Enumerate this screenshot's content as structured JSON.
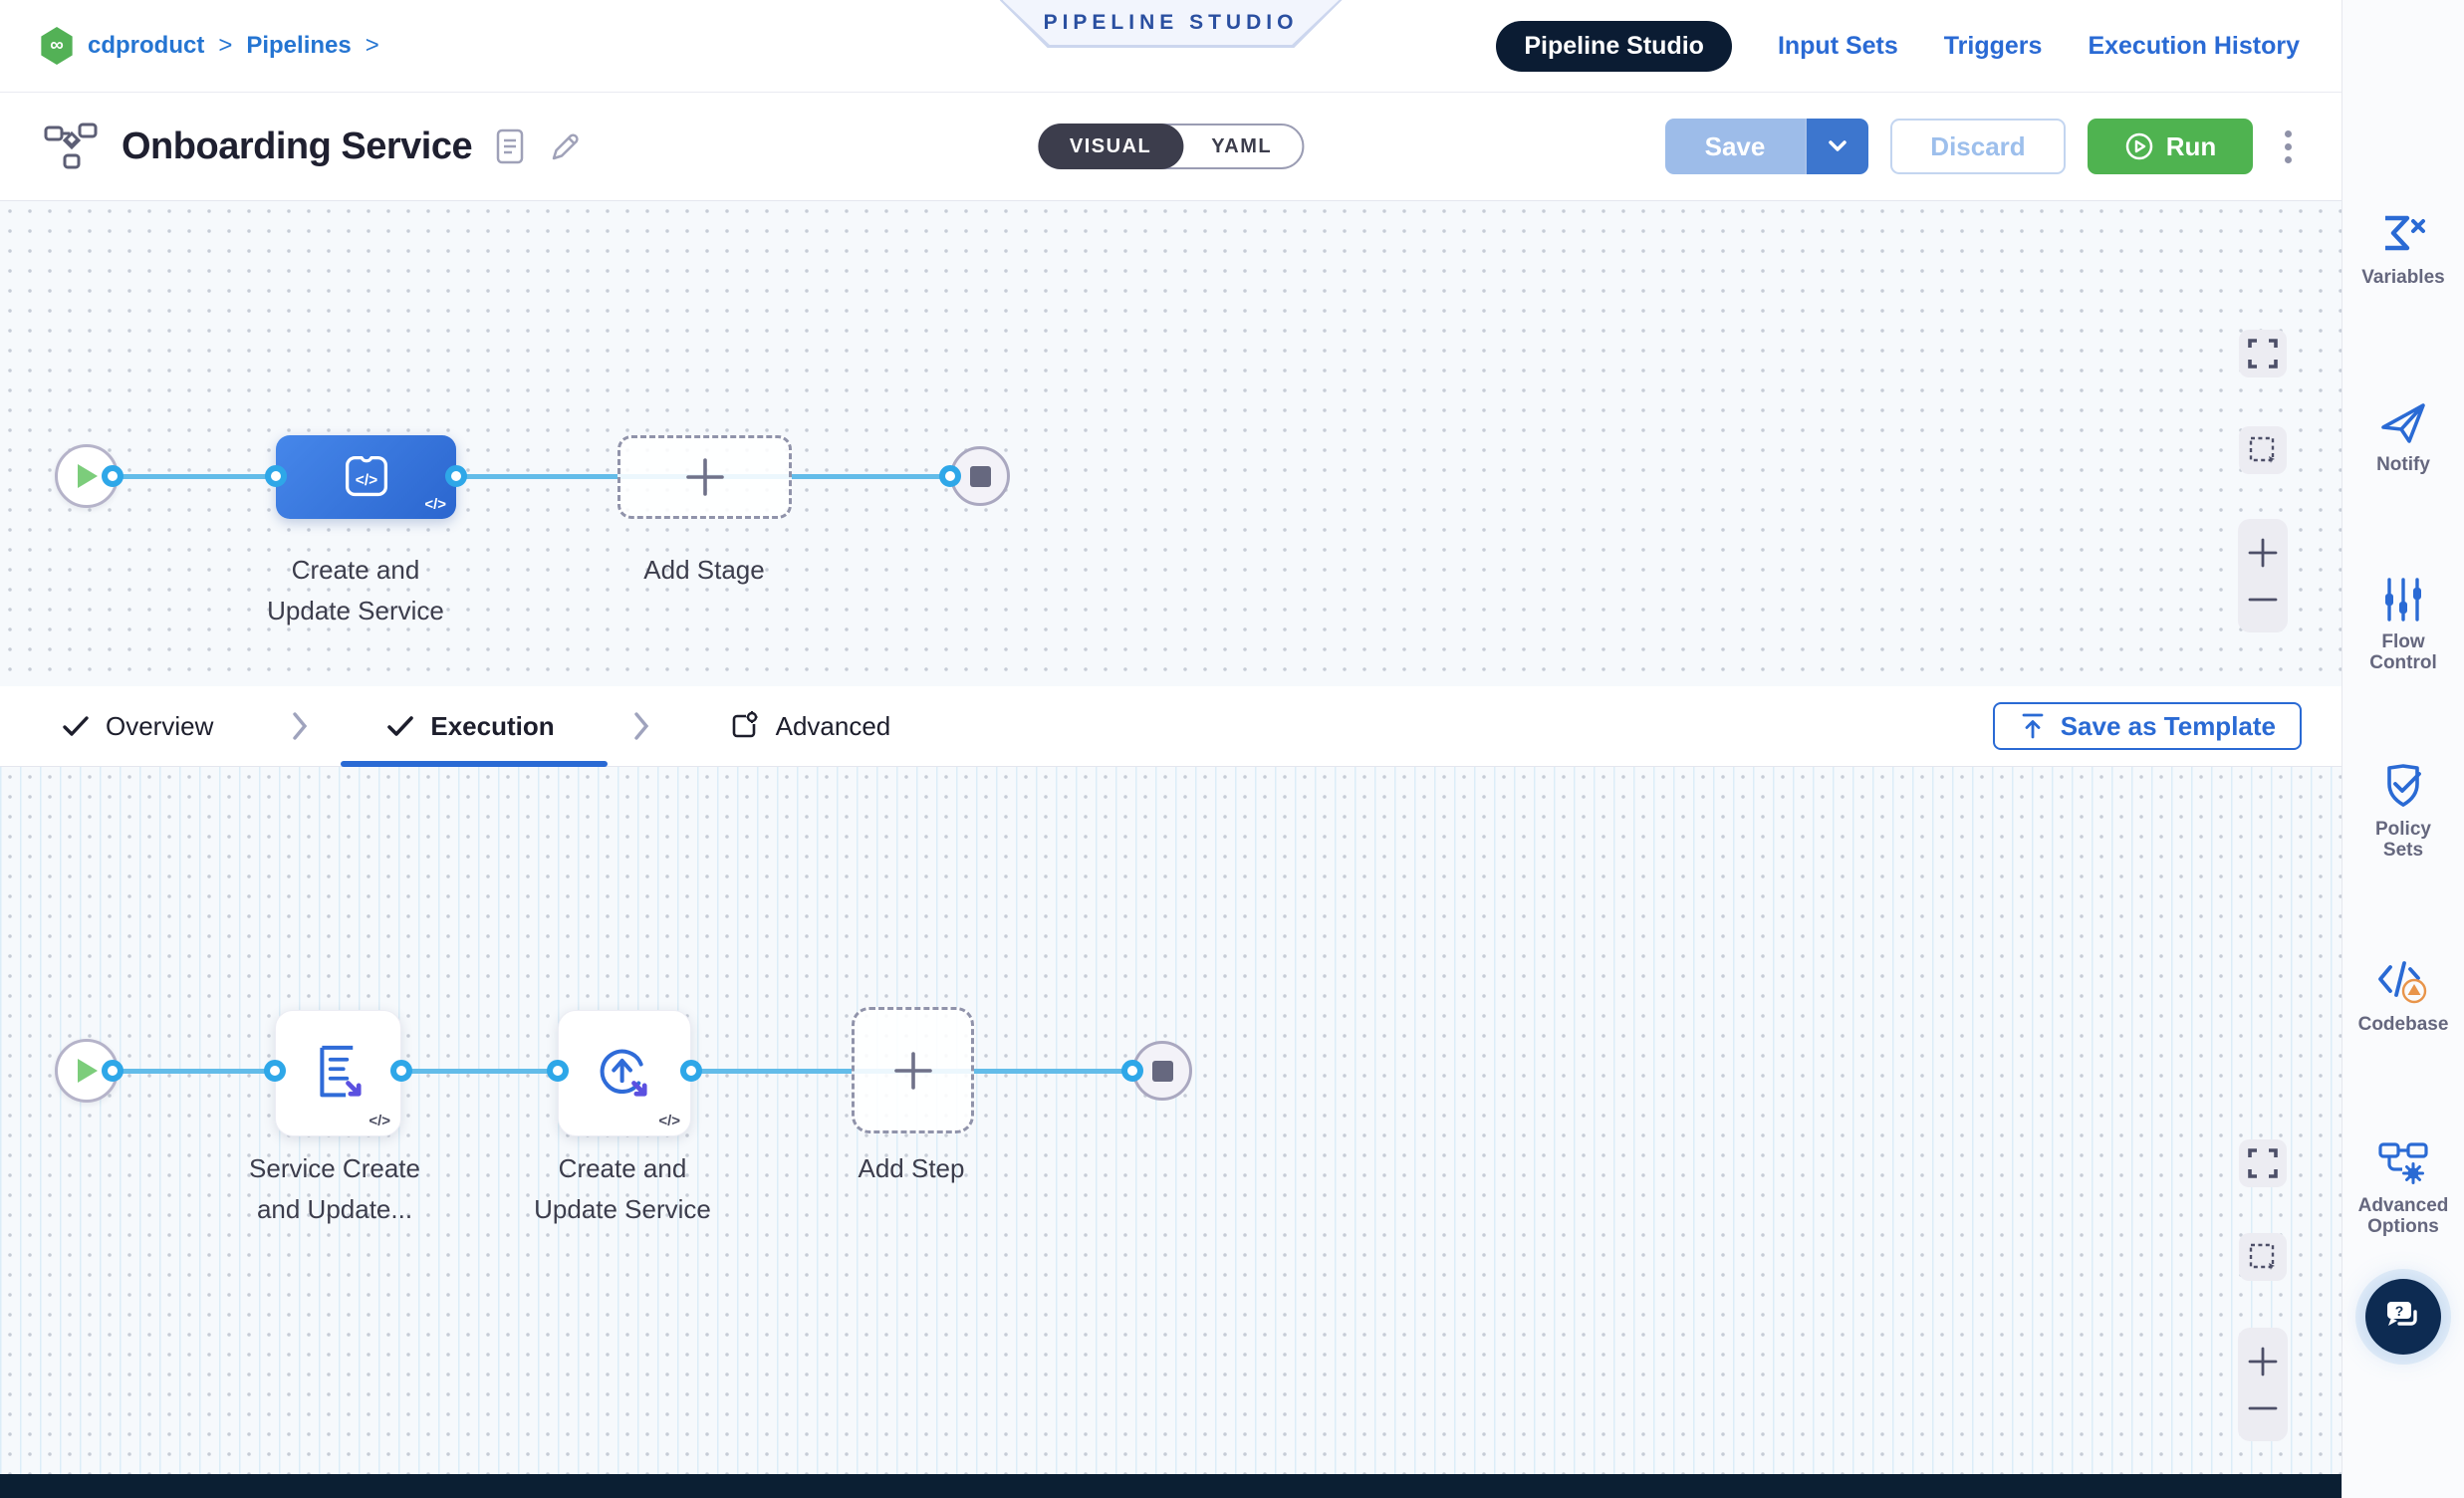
{
  "breadcrumb": {
    "project": "cdproduct",
    "separator": ">",
    "section": "Pipelines"
  },
  "studio_badge": "PIPELINE STUDIO",
  "nav": {
    "tabs": [
      {
        "label": "Pipeline Studio",
        "active": true
      },
      {
        "label": "Input Sets",
        "active": false
      },
      {
        "label": "Triggers",
        "active": false
      },
      {
        "label": "Execution History",
        "active": false
      }
    ]
  },
  "header": {
    "title": "Onboarding Service",
    "toggle": {
      "visual": "VISUAL",
      "yaml": "YAML",
      "selected": "VISUAL"
    },
    "save": "Save",
    "discard": "Discard",
    "run": "Run"
  },
  "canvas1": {
    "stage": {
      "label_line1": "Create and",
      "label_line2": "Update Service",
      "code_badge": "</>"
    },
    "add_stage": "Add Stage"
  },
  "tabsbar": {
    "overview": "Overview",
    "execution": "Execution",
    "advanced": "Advanced",
    "save_as_template": "Save as Template"
  },
  "canvas2": {
    "steps": [
      {
        "label_line1": "Service Create",
        "label_line2": "and Update...",
        "code_badge": "</>"
      },
      {
        "label_line1": "Create and",
        "label_line2": "Update Service",
        "code_badge": "</>"
      }
    ],
    "add_step": "Add Step"
  },
  "sidebar": {
    "items": [
      {
        "label": "Variables"
      },
      {
        "label": "Notify"
      },
      {
        "label": "Flow Control"
      },
      {
        "label": "Policy Sets"
      },
      {
        "label": "Codebase"
      },
      {
        "label": "Advanced Options"
      }
    ]
  },
  "colors": {
    "accent_blue": "#2a6ad4",
    "navy": "#0b1c33",
    "run_green": "#4fb350",
    "edge_blue": "#63bce9",
    "port_blue": "#2ea7e8",
    "stage_blue": "#2f6bd8",
    "warning_orange": "#e8944a"
  }
}
